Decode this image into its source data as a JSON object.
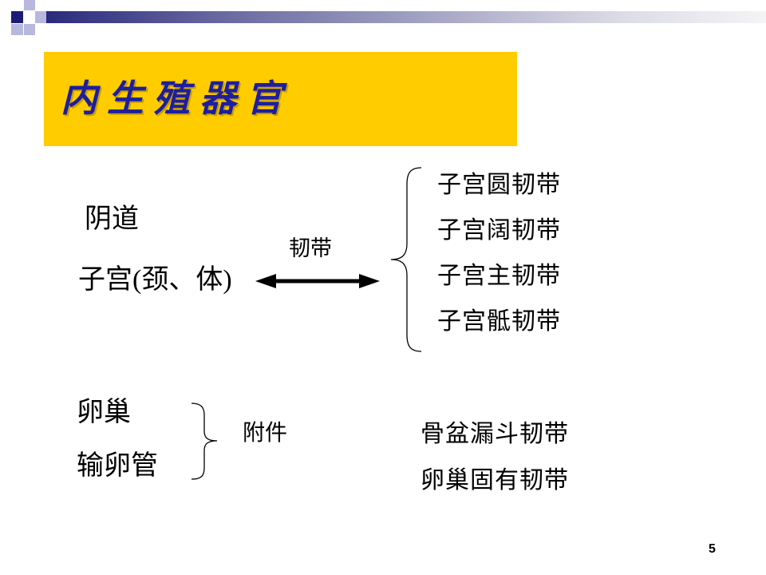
{
  "slide": {
    "title": "内生殖器官",
    "page_number": "5"
  },
  "organs": {
    "vagina": "阴道",
    "uterus": "子宫(颈、体)",
    "ovary": "卵巢",
    "fallopian_tube": "输卵管"
  },
  "uterus_relation": {
    "label": "韧带",
    "ligaments": [
      "子宫圆韧带",
      "子宫阔韧带",
      "子宫主韧带",
      "子宫骶韧带"
    ]
  },
  "adnexa": {
    "label": "附件",
    "ligaments": [
      "骨盆漏斗韧带",
      "卵巢固有韧带"
    ]
  },
  "colors": {
    "title_box": "#FFCC00",
    "title_text": "#1E1E9E",
    "accent_navy": "#1C1C78",
    "accent_lavender": "#B8B8DE"
  },
  "icons": {
    "arrow": "double-arrow-icon",
    "brace_left": "left-brace-icon",
    "brace_right": "right-brace-icon"
  }
}
